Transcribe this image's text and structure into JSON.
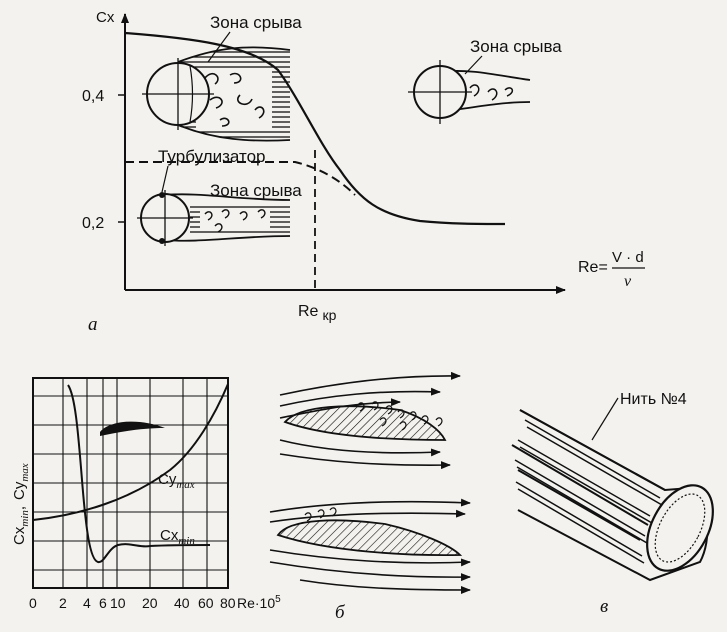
{
  "top": {
    "y_axis_label": "Cx",
    "y_ticks": [
      "0,4",
      "0,2"
    ],
    "separation_zone_1": "Зона срыва",
    "separation_zone_2": "Зона срыва",
    "separation_zone_3": "Зона срыва",
    "turbulator": "Турбулизатор",
    "re_critical": "Re",
    "re_critical_sub": "кр",
    "x_axis_label_prefix": "Re=",
    "x_axis_numerator": "V · d",
    "x_axis_denominator": "ν",
    "panel_letter": "а"
  },
  "bottom_left": {
    "y_label_1": "Cx",
    "y_label_1_sub": "min",
    "y_label_sep": ",",
    "y_label_2": "Cy",
    "y_label_2_sub": "max",
    "curve_cy": "Cy",
    "curve_cy_sub": "max",
    "curve_cx": "Cx",
    "curve_cx_sub": "min",
    "x_ticks": [
      "0",
      "2",
      "4",
      "6",
      "10",
      "20",
      "40",
      "60",
      "80"
    ],
    "x_axis_label": "Re·10",
    "x_axis_exp": "5"
  },
  "panel_b": {
    "panel_letter": "б"
  },
  "panel_c": {
    "thread_label": "Нить №4",
    "panel_letter": "в"
  }
}
